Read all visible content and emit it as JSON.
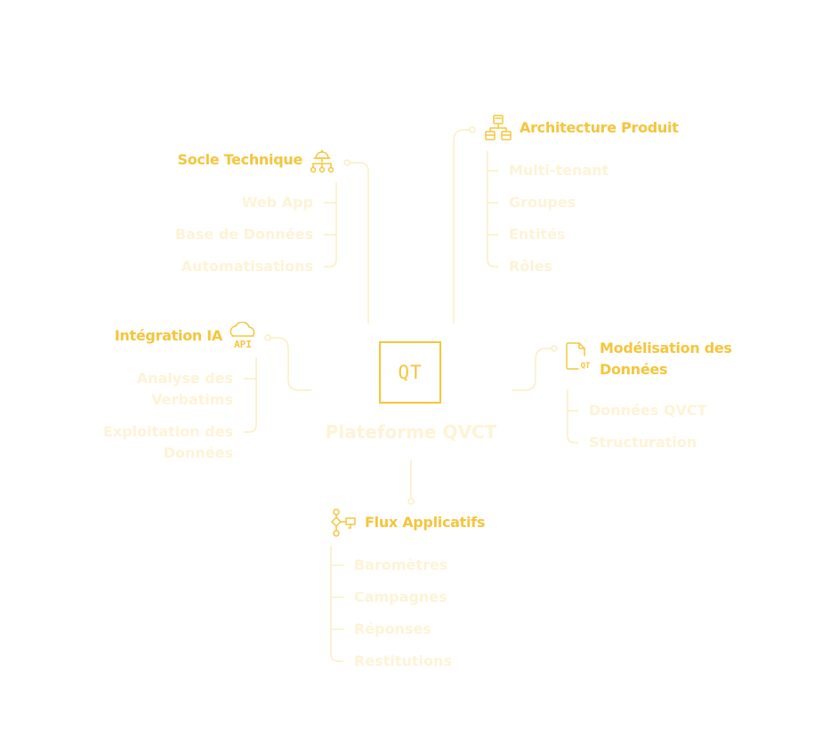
{
  "center": {
    "logo": "QT",
    "title": "Plateforme QVCT"
  },
  "branches": {
    "socle": {
      "title": "Socle Technique",
      "icon": "network-hardhat-icon",
      "items": [
        "Web App",
        "Base de Données",
        "Automatisations"
      ]
    },
    "architecture": {
      "title": "Architecture Produit",
      "icon": "hierarchy-icon",
      "items": [
        "Multi-tenant",
        "Groupes",
        "Entités",
        "Rôles"
      ]
    },
    "integration": {
      "title": "Intégration IA",
      "icon": "cloud-api-icon",
      "icon_text": "API",
      "items": [
        "Analyse des Verbatims",
        "Exploitation des Données"
      ]
    },
    "modelisation": {
      "title": "Modélisation des Données",
      "icon": "document-qt-icon",
      "icon_text": "QT",
      "items": [
        "Données QVCT",
        "Structuration"
      ]
    },
    "flux": {
      "title": "Flux Applicatifs",
      "icon": "flowchart-icon",
      "items": [
        "Baromètres",
        "Campagnes",
        "Réponses",
        "Restitutions"
      ]
    }
  },
  "colors": {
    "accent": "#f5c53b",
    "muted": "#fdf3d6",
    "connector": "#fbeec2",
    "background": "#ffffff"
  }
}
